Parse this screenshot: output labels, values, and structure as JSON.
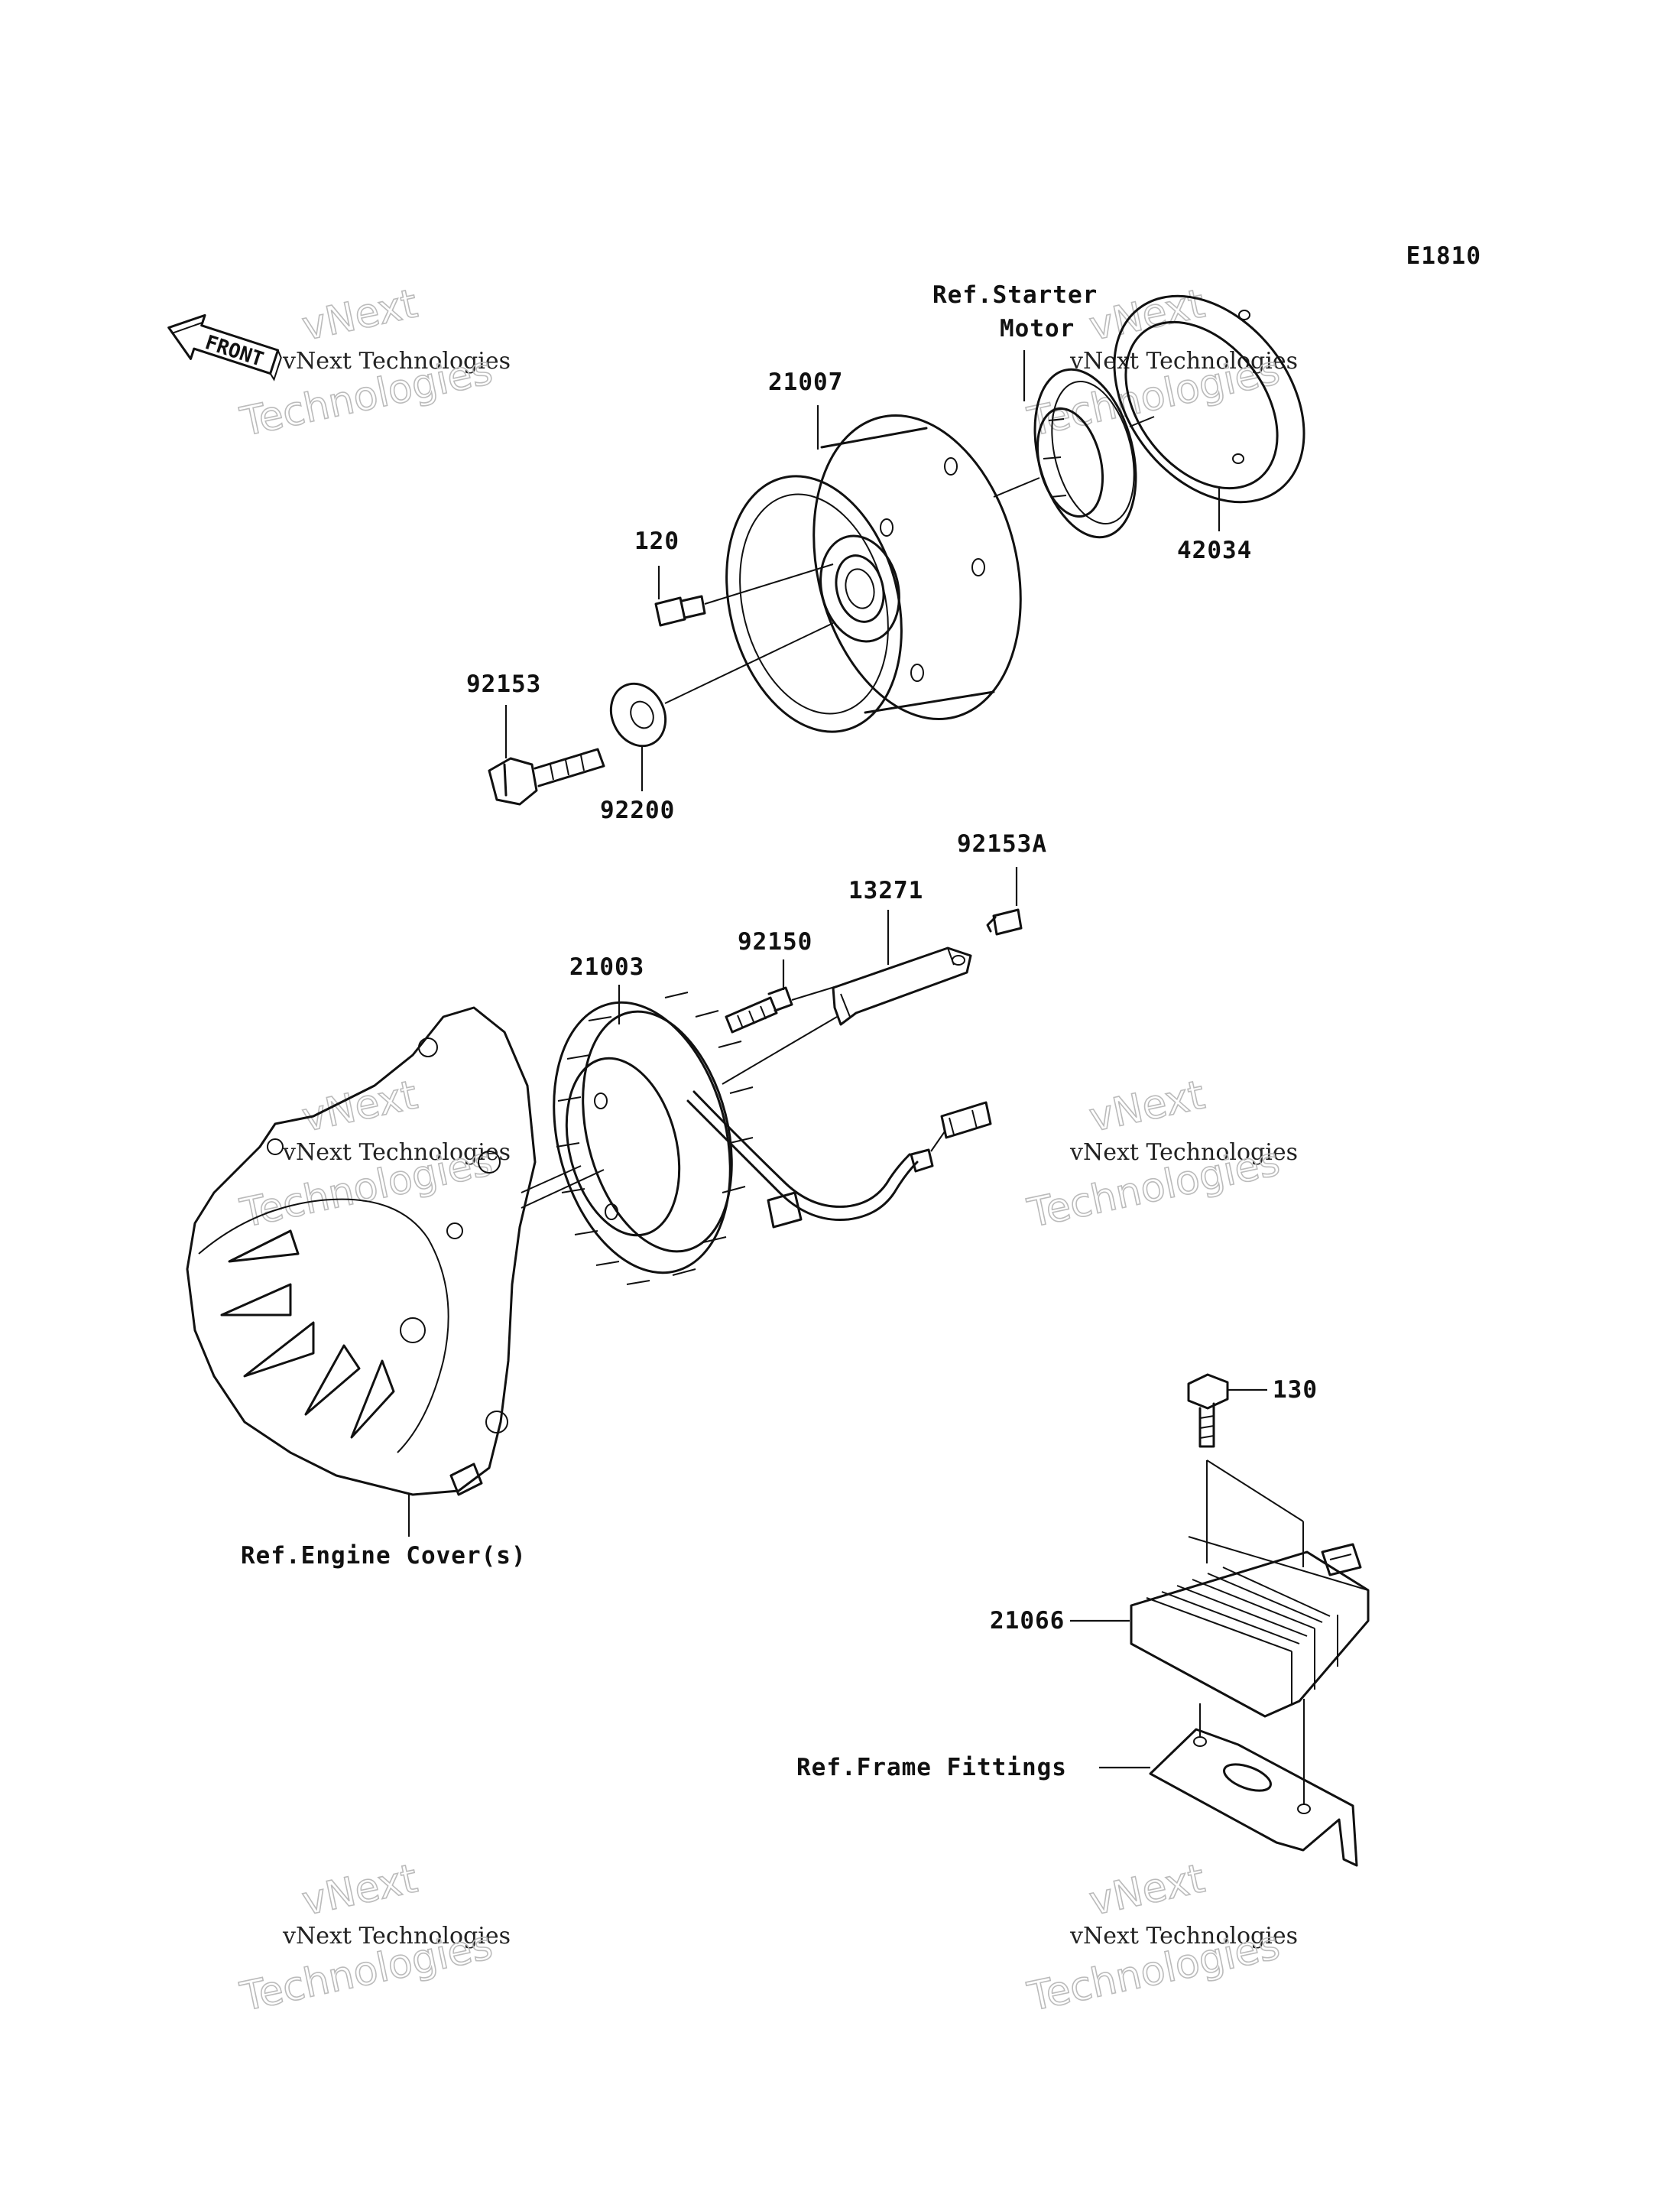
{
  "diagram_code": "E1810",
  "front_arrow_label": "FRONT",
  "watermark": {
    "name": "vNext Technologies",
    "top_word": "vNext",
    "bottom_word": "Technologies"
  },
  "callouts": {
    "ref_starter_motor_line1": "Ref.Starter",
    "ref_starter_motor_line2": "Motor",
    "part_21007": "21007",
    "part_42034": "42034",
    "part_120": "120",
    "part_92153": "92153",
    "part_92200": "92200",
    "part_92153A": "92153A",
    "part_13271": "13271",
    "part_92150": "92150",
    "part_21003": "21003",
    "ref_engine_cover": "Ref.Engine Cover(s)",
    "part_130": "130",
    "part_21066": "21066",
    "ref_frame_fittings": "Ref.Frame Fittings"
  }
}
